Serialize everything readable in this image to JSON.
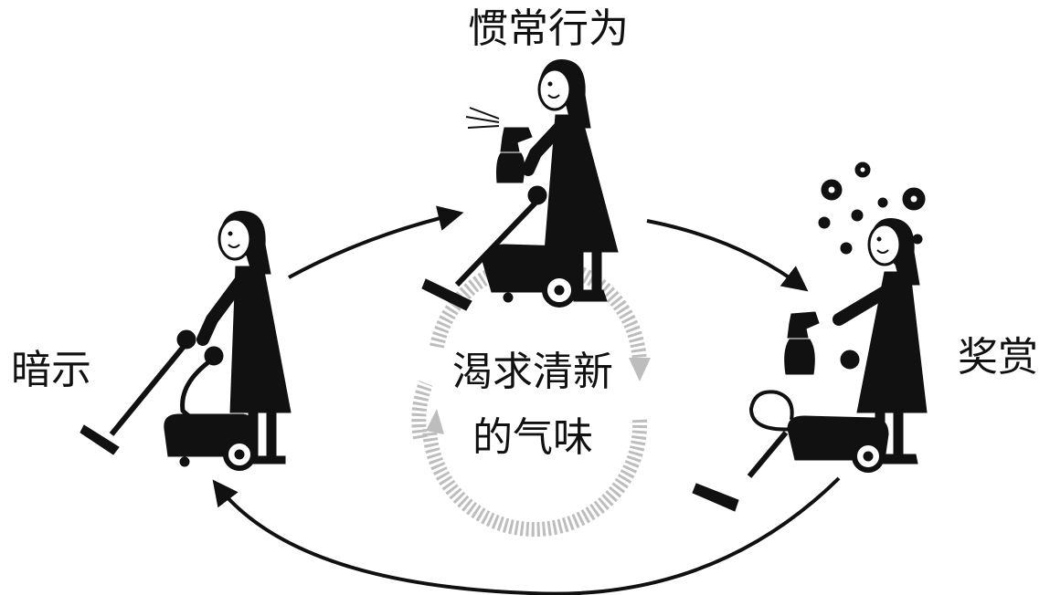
{
  "diagram": {
    "stages": {
      "cue": "暗示",
      "routine": "惯常行为",
      "reward": "奖赏"
    },
    "center": {
      "line1": "渴求清新",
      "line2": "的气味"
    }
  },
  "colors": {
    "ink": "#111111",
    "ring": "#bdbdbd",
    "background": "#ffffff"
  }
}
